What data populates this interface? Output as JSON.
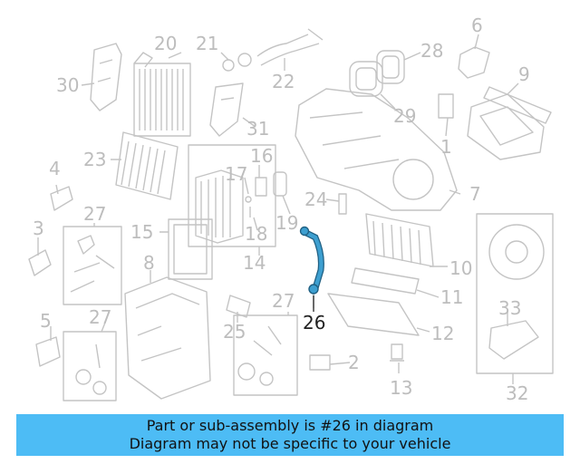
{
  "diagram": {
    "labels": [
      {
        "id": "30",
        "text": "30"
      },
      {
        "id": "20",
        "text": "20"
      },
      {
        "id": "21",
        "text": "21"
      },
      {
        "id": "22",
        "text": "22"
      },
      {
        "id": "28",
        "text": "28"
      },
      {
        "id": "6",
        "text": "6"
      },
      {
        "id": "9",
        "text": "9"
      },
      {
        "id": "29",
        "text": "29"
      },
      {
        "id": "31",
        "text": "31"
      },
      {
        "id": "23",
        "text": "23"
      },
      {
        "id": "16",
        "text": "16"
      },
      {
        "id": "1",
        "text": "1"
      },
      {
        "id": "4",
        "text": "4"
      },
      {
        "id": "17",
        "text": "17"
      },
      {
        "id": "7",
        "text": "7"
      },
      {
        "id": "24",
        "text": "24"
      },
      {
        "id": "27a",
        "text": "27"
      },
      {
        "id": "19",
        "text": "19"
      },
      {
        "id": "3",
        "text": "3"
      },
      {
        "id": "15",
        "text": "15"
      },
      {
        "id": "18",
        "text": "18"
      },
      {
        "id": "10",
        "text": "10"
      },
      {
        "id": "14",
        "text": "14"
      },
      {
        "id": "8",
        "text": "8"
      },
      {
        "id": "11",
        "text": "11"
      },
      {
        "id": "33",
        "text": "33"
      },
      {
        "id": "27b",
        "text": "27"
      },
      {
        "id": "26",
        "text": "26"
      },
      {
        "id": "5",
        "text": "5"
      },
      {
        "id": "27c",
        "text": "27"
      },
      {
        "id": "25",
        "text": "25"
      },
      {
        "id": "12",
        "text": "12"
      },
      {
        "id": "2",
        "text": "2"
      },
      {
        "id": "13",
        "text": "13"
      },
      {
        "id": "32",
        "text": "32"
      }
    ],
    "highlight_part": "26",
    "colors": {
      "line": "#c4c4c4",
      "label": "#bdbdbd",
      "highlight": "#3d9fd0",
      "highlight_outline": "#1f5f82",
      "banner": "#4dbcf5"
    }
  },
  "banner": {
    "line1": "Part or sub-assembly is #26 in diagram",
    "line2": "Diagram may not be specific to your vehicle"
  }
}
